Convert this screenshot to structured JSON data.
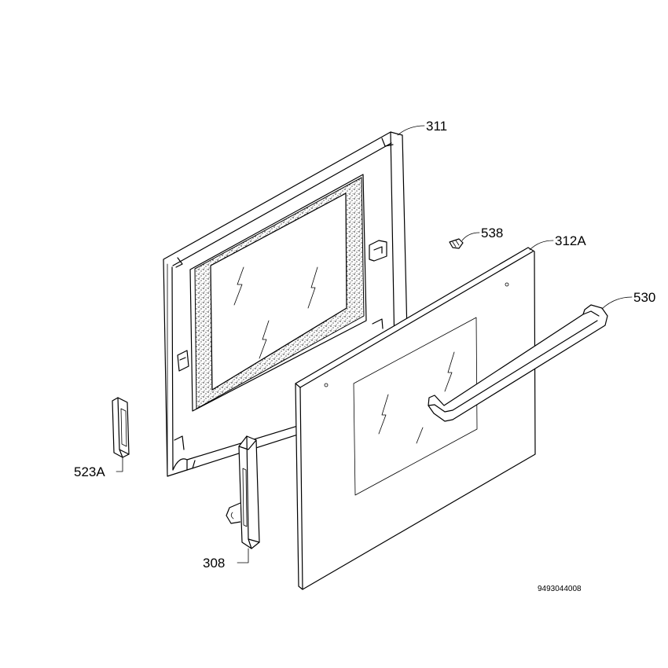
{
  "parts": [
    {
      "id": "311",
      "part": "outer-door-frame"
    },
    {
      "id": "538",
      "part": "screw"
    },
    {
      "id": "312A",
      "part": "door-glass-panel"
    },
    {
      "id": "530",
      "part": "door-handle"
    },
    {
      "id": "523A",
      "part": "hinge-cover"
    },
    {
      "id": "308",
      "part": "door-hinge"
    }
  ],
  "labels": {
    "frame": "311",
    "screw": "538",
    "glass": "312A",
    "handle": "530",
    "hinge_cover": "523A",
    "hinge": "308"
  },
  "doc_id": "9493044008"
}
